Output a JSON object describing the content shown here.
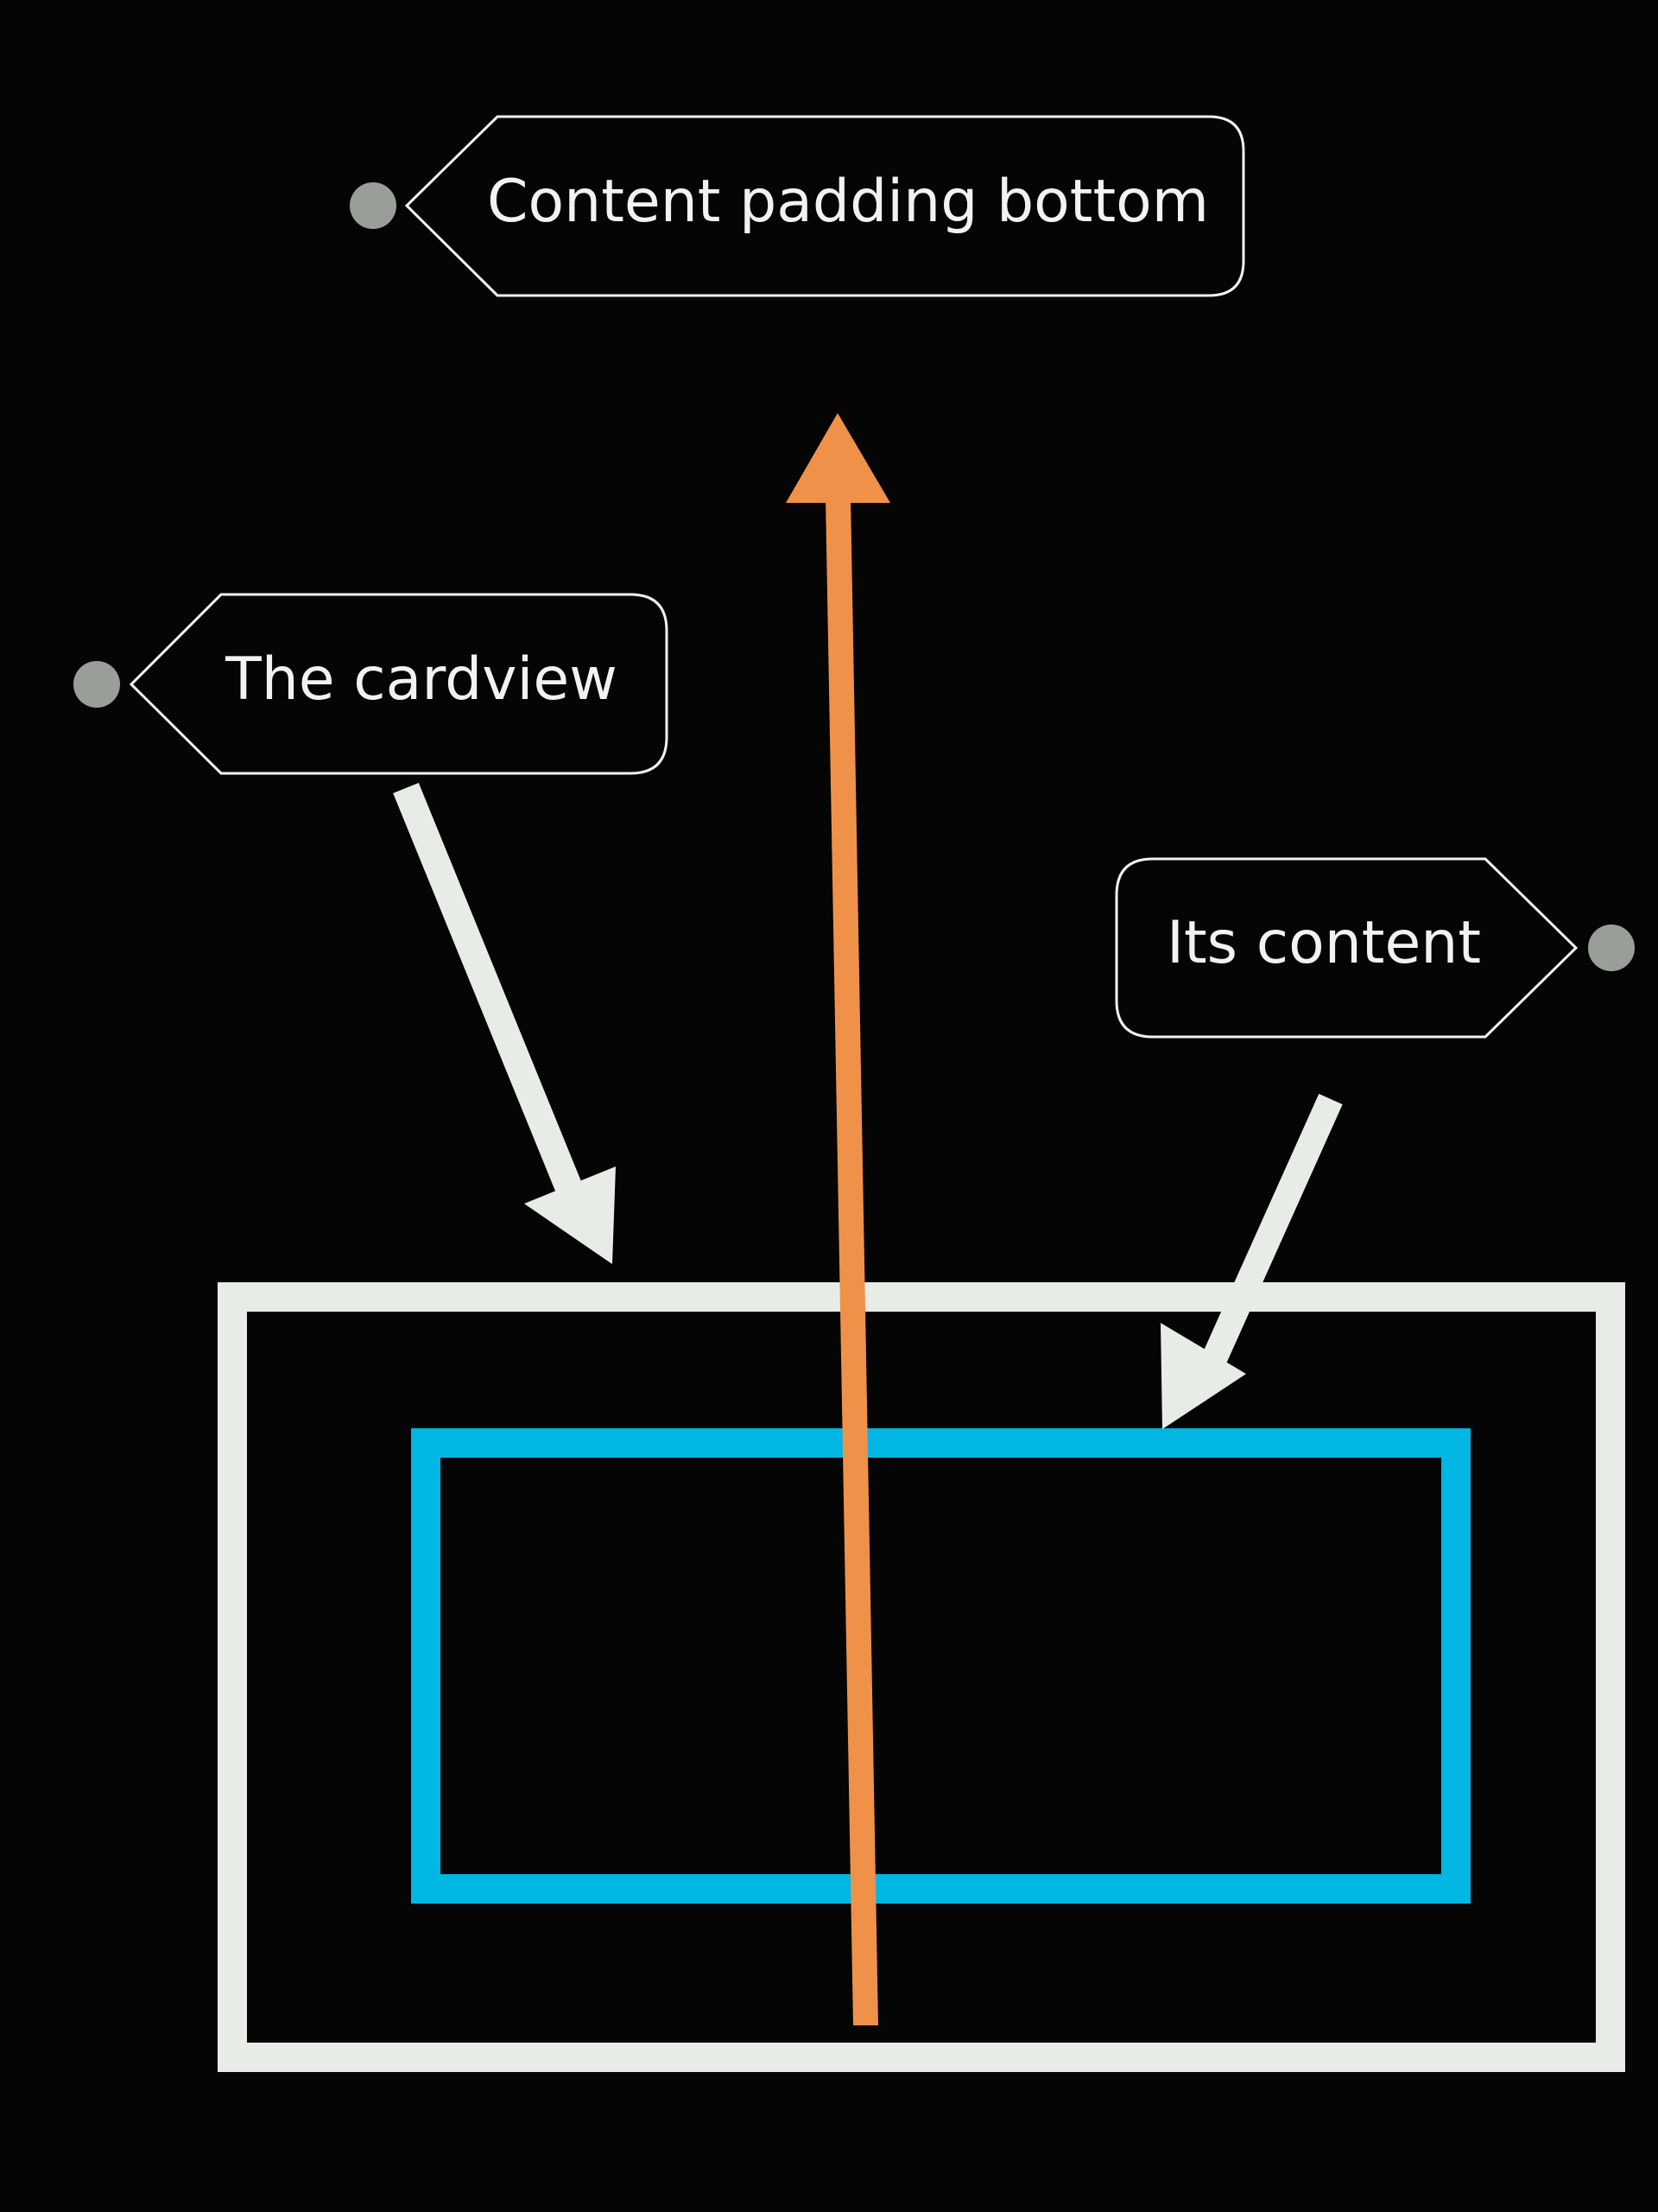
{
  "labels": {
    "content_padding_bottom": "Content padding bottom",
    "cardview": "The cardview",
    "its_content": "Its content"
  },
  "colors": {
    "background": "#050505",
    "cardview_outline": "#e8ece6",
    "content_outline": "#00b6e3",
    "padding_arrow": "#f0914a",
    "pointer_arrows": "#e8ece6",
    "callout_dots": "#9a9e98"
  }
}
